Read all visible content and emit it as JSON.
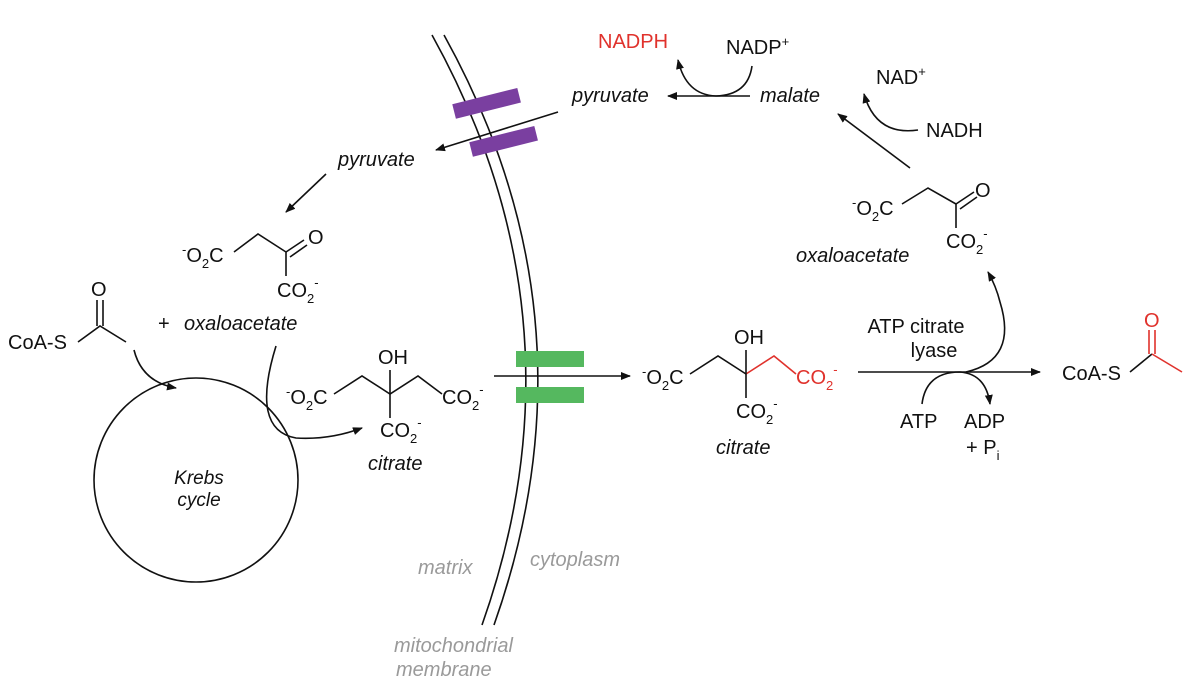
{
  "labels": {
    "nadph": "NADPH",
    "nadp": "NADP",
    "nadp_charge": "+",
    "pyruvate_cyto": "pyruvate",
    "malate": "malate",
    "nad": "NAD",
    "nad_charge": "+",
    "nadh": "NADH",
    "pyruvate_matrix": "pyruvate",
    "oxaloacetate_matrix": "oxaloacetate",
    "oxaloacetate_cyto": "oxaloacetate",
    "plus": "+",
    "coa_s": "CoA-S",
    "oxygen": "O",
    "krebs_line1": "Krebs",
    "krebs_line2": "cycle",
    "citrate_matrix": "citrate",
    "citrate_cyto": "citrate",
    "oh": "OH",
    "co2": "CO",
    "o2c": "O",
    "sub2": "2",
    "minus": "-",
    "enzyme_line1": "ATP citrate",
    "enzyme_line2": "lyase",
    "atp": "ATP",
    "adp": "ADP",
    "pi_plus": "+ P",
    "pi_sub": "i",
    "matrix": "matrix",
    "cytoplasm": "cytoplasm",
    "membrane_line1": "mitochondrial",
    "membrane_line2": "membrane"
  },
  "colors": {
    "highlight": "#e0322c",
    "transporter_pyruvate": "#7a3fa0",
    "transporter_citrate": "#55b85f",
    "compartment_label": "#9a9a9a"
  }
}
